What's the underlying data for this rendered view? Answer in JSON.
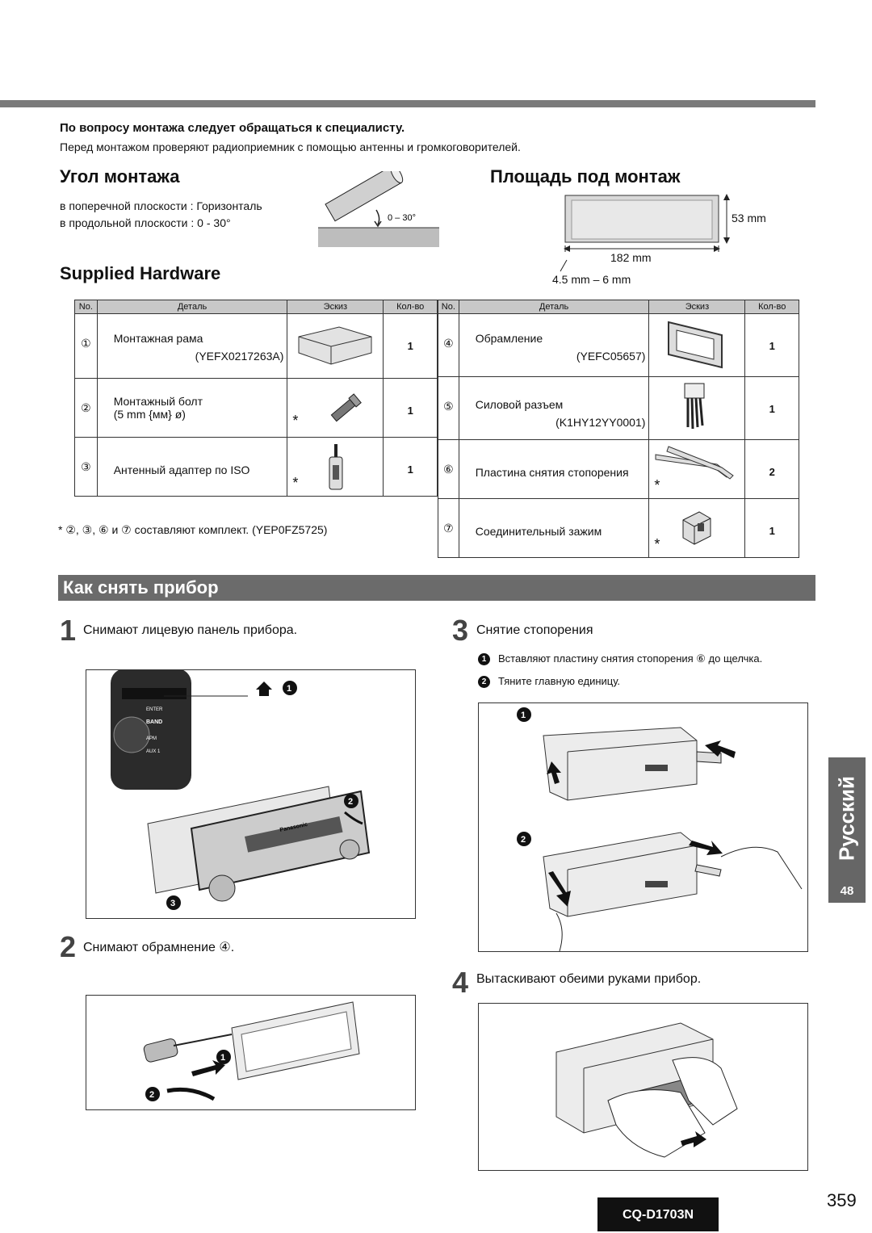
{
  "notice": {
    "title": "По вопросу монтажа следует обращаться к специалисту.",
    "text": "Перед монтажом проверяют радиоприемник с помощью антенны и громкоговорителей."
  },
  "angle": {
    "heading": "Угол монтажа",
    "line1": "в поперечной плоскости : Горизонталь",
    "line2": "в продольной плоскости : 0 - 30°",
    "fig_label": "0 – 30°"
  },
  "area": {
    "heading": "Площадь под монтаж",
    "height": "53 mm",
    "width": "182 mm",
    "thickness": "4.5 mm – 6 mm"
  },
  "hardware": {
    "heading": "Supplied Hardware",
    "headers": {
      "no": "No.",
      "part": "Деталь",
      "sketch": "Эскиз",
      "qty": "Кол-во"
    },
    "items": [
      {
        "no": "①",
        "name": "Монтажная рама",
        "code": "(YEFX0217263A)",
        "qty": "1",
        "star": ""
      },
      {
        "no": "②",
        "name": "Монтажный болт\n(5 mm {мм} ø)",
        "code": "",
        "qty": "1",
        "star": "*"
      },
      {
        "no": "③",
        "name": "Антенный адаптер по ISO",
        "code": "",
        "qty": "1",
        "star": "*"
      },
      {
        "no": "④",
        "name": "Обрамление",
        "code": "(YEFC05657)",
        "qty": "1",
        "star": ""
      },
      {
        "no": "⑤",
        "name": "Силовой разъем",
        "code": "(K1HY12YY0001)",
        "qty": "1",
        "star": ""
      },
      {
        "no": "⑥",
        "name": "Пластина снятия стопорения",
        "code": "",
        "qty": "2",
        "star": "*"
      },
      {
        "no": "⑦",
        "name": "Соединительный зажим",
        "code": "",
        "qty": "1",
        "star": "*"
      }
    ],
    "note": "* ②, ③, ⑥ и ⑦ составляют комплект. (YEP0FZ5725)"
  },
  "removal": {
    "heading": "Как снять прибор",
    "step1": {
      "num": "1",
      "text": "Снимают лицевую панель прибора."
    },
    "step2": {
      "num": "2",
      "text": "Снимают обрамнение ④."
    },
    "step3": {
      "num": "3",
      "text": "Снятие стопорения",
      "b1": "Вставляют пластину снятия стопорения ⑥ до щелчка.",
      "b2": "Тяните главную единицу."
    },
    "step4": {
      "num": "4",
      "text": "Вытаскивают обеими руками прибор."
    },
    "fig_labels": {
      "enter": "ENTER",
      "band": "BAND",
      "apm": "APM",
      "aux": "AUX 1",
      "brand": "Panasonic"
    },
    "markers": {
      "one": "1",
      "two": "2",
      "three": "3"
    }
  },
  "sidetab": {
    "lang": "Русский",
    "page": "48"
  },
  "footer": {
    "model": "CQ-D1703N",
    "page": "359"
  }
}
